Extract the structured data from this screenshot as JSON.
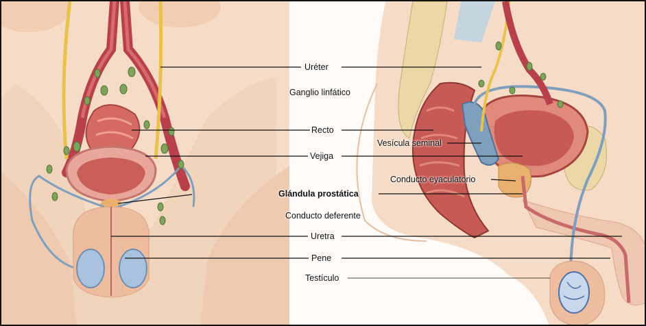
{
  "labels": {
    "ureter": "Uréter",
    "lymph_node": "Ganglio linfático",
    "rectum": "Recto",
    "seminal_vesicle": "Vesícula seminal",
    "bladder": "Vejiga",
    "ejaculatory_duct": "Conducto eyaculatorio",
    "prostate": "Glándula prostática",
    "vas_deferens": "Conducto deferente",
    "urethra": "Uretra",
    "penis": "Pene",
    "testicle": "Testículo"
  },
  "colors": {
    "skin": "#f6dcc6",
    "skin_shadow": "#e9c2a5",
    "muscle": "#c85a55",
    "muscle_light": "#e08a7c",
    "artery": "#b8404a",
    "nerve": "#e8c24a",
    "node": "#7fa35a",
    "duct": "#7f9fbf",
    "bone": "#ecd8a6",
    "prostate": "#e9b070"
  }
}
